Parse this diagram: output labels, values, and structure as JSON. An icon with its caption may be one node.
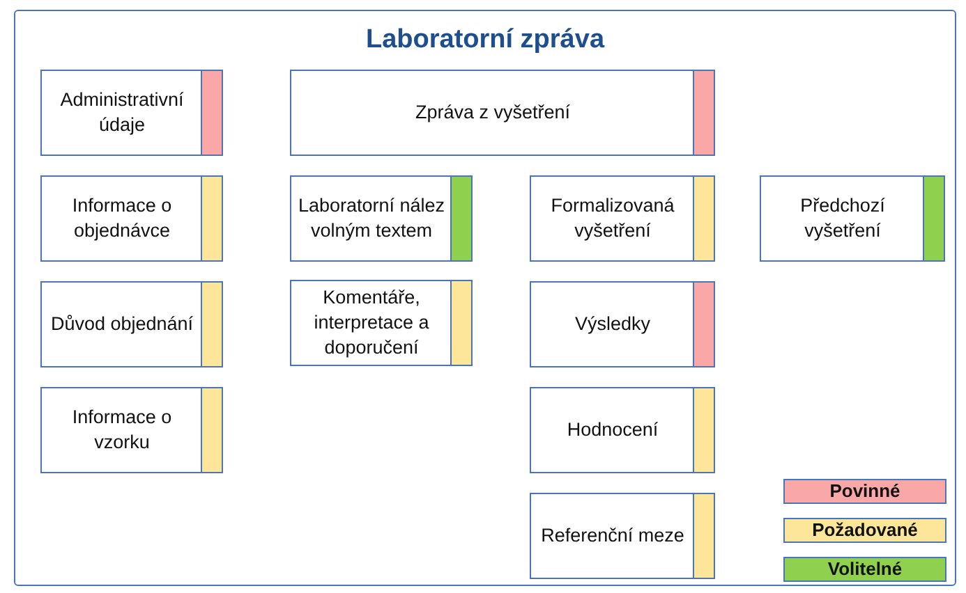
{
  "diagram": {
    "nodes": [
      {
        "text": [
          "Laboratorní zpráva"
        ]
      },
      {
        "text": [
          "Administrativní údaje"
        ],
        "in": 0
      },
      {
        "text": [
          "Zpráva z vyšetření"
        ],
        "in": 0
      },
      {
        "text": [
          "Informace o objednávce"
        ],
        "in": 0
      },
      {
        "text": [
          "Laboratorní nález volným textem"
        ],
        "in": 0
      },
      {
        "text": [
          "Formalizovaná vyšetření"
        ],
        "in": 0
      },
      {
        "text": [
          "Předchozí vyšetření"
        ],
        "in": 0
      },
      {
        "text": [
          "Důvod objednání"
        ],
        "in": 0
      },
      {
        "text": [
          "Komentáře, interpretace a doporučení"
        ],
        "in": 0
      },
      {
        "text": [
          "Výsledky"
        ],
        "in": 0
      },
      {
        "text": [
          "Informace o vzorku"
        ],
        "in": 0
      },
      {
        "text": [
          "Hodnocení"
        ],
        "in": 0
      },
      {
        "text": [
          "Referenční meze"
        ],
        "in": 0
      }
    ],
    "edges": [],
    "legend": [
      {
        "text": "Povinné",
        "color": "#f9a7a7"
      },
      {
        "text": "Požadované",
        "color": "#fde59a"
      },
      {
        "text": "Volitelné",
        "color": "#8fd14f"
      }
    ]
  }
}
